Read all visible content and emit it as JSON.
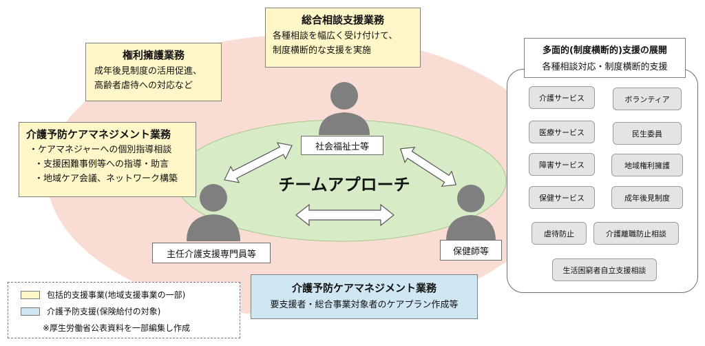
{
  "center_label": "チームアプローチ",
  "roles": {
    "social_worker": "社会福祉士等",
    "care_manager": "主任介護支援専門員等",
    "public_health_nurse": "保健師等"
  },
  "boxes": {
    "general_consultation": {
      "title": "総合相談支援業務",
      "lines": [
        "各種相談を幅広く受け付けて、",
        "制度横断的な支援を実施"
      ]
    },
    "rights_advocacy": {
      "title": "権利擁護業務",
      "lines": [
        "成年後見制度の活用促進、",
        "高齢者虐待への対応など"
      ]
    },
    "prevention_care_mgmt": {
      "title": "介護予防ケアマネジメント業務",
      "lines": [
        "・ケアマネジャーへの個別指導相談",
        "・支援困難事例等への指導・助言",
        "・地域ケア会議、ネットワーク構築"
      ]
    },
    "prevention_care_mgmt_blue": {
      "title": "介護予防ケアマネジメント業務",
      "lines": [
        "要支援者・総合事業対象者のケアプラン作成等"
      ]
    }
  },
  "multi_support": {
    "title": "多面的(制度横断的)支援の展開",
    "subtitle": "各種相談対応・制度横断的支援",
    "services": [
      "介護サービス",
      "ボランティア",
      "医療サービス",
      "民生委員",
      "障害サービス",
      "地域権利擁護",
      "保健サービス",
      "成年後見制度",
      "虐待防止",
      "介護離職防止相談",
      "生活困窮者自立支援相談"
    ]
  },
  "legend": {
    "items": [
      {
        "label": "包括的支援事業(地域支援事業の一部)",
        "color": "#fff7c8"
      },
      {
        "label": "介護予防支援(保険給付の対象)",
        "color": "#cfe6f3"
      }
    ],
    "note": "※厚生労働省公表資料を一部編集し作成"
  }
}
